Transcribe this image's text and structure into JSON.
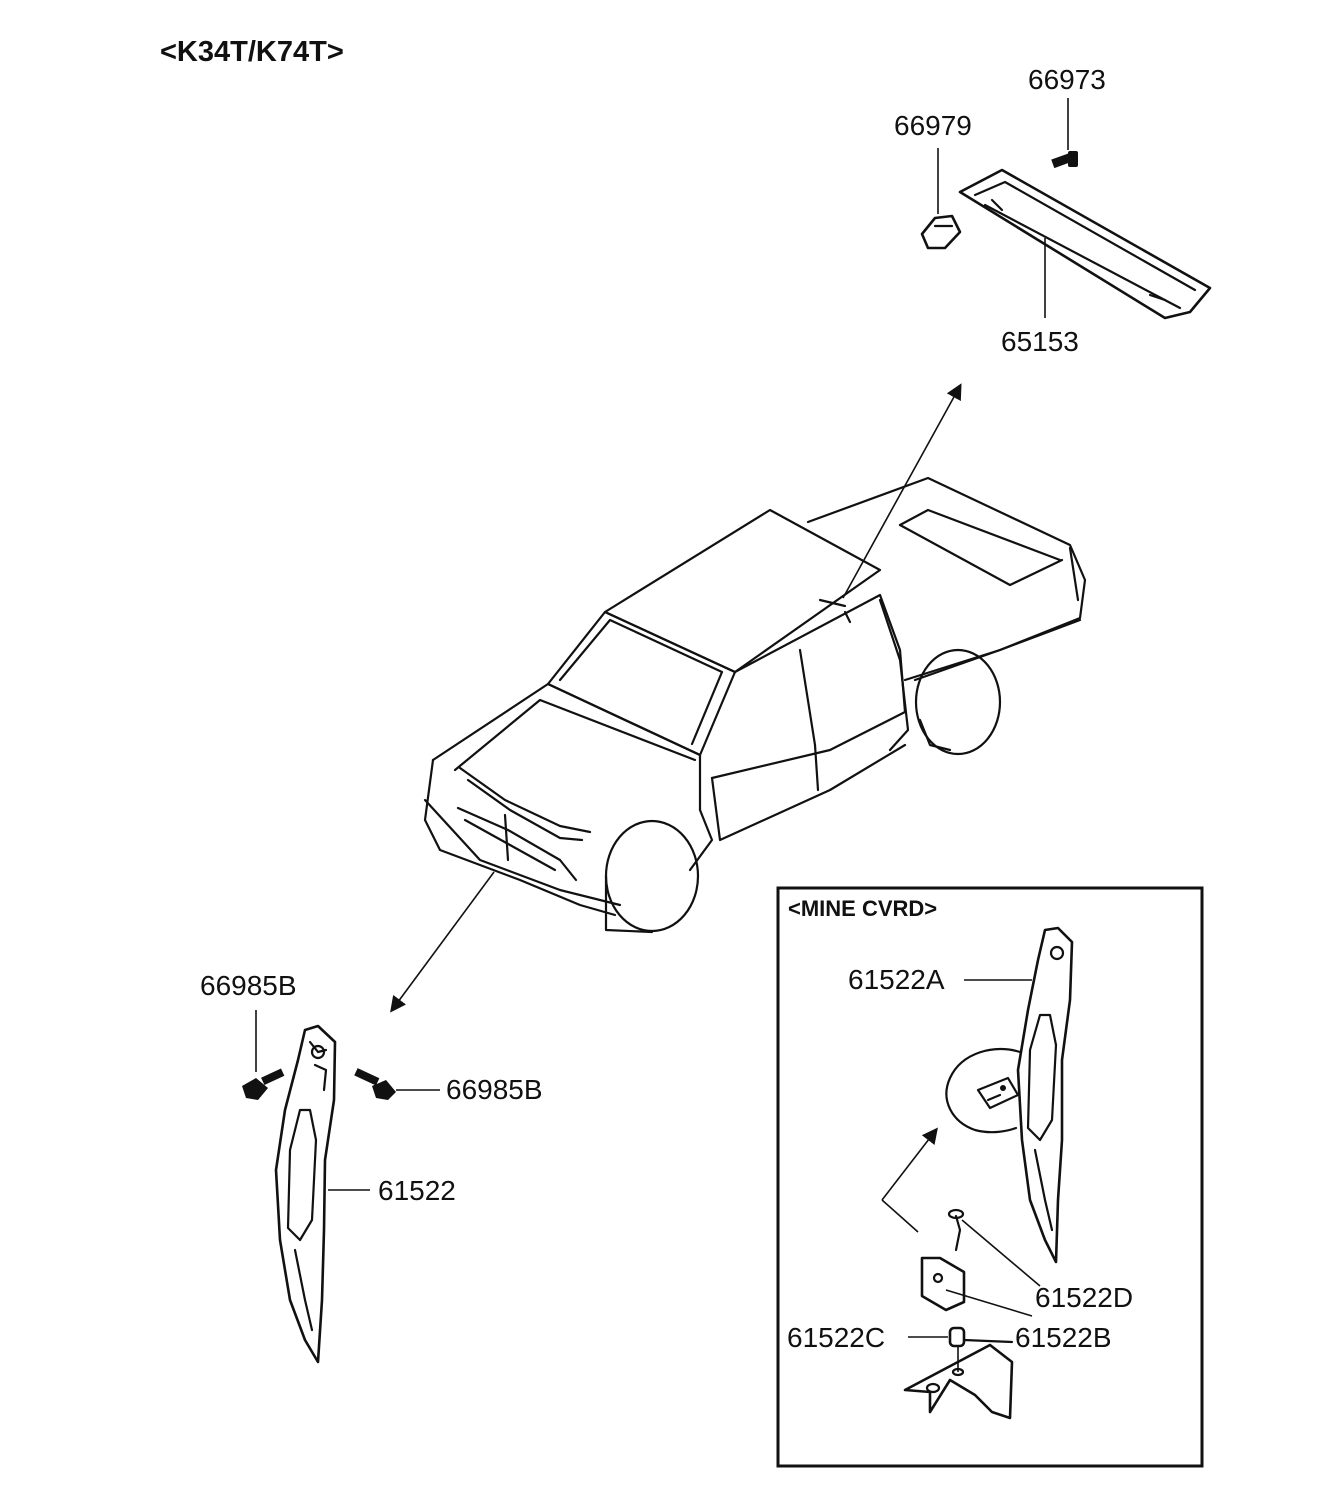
{
  "title": "<K34T/K74T>",
  "inset_title": "<MINE CVRD>",
  "parts": {
    "p66973": "66973",
    "p66979": "66979",
    "p65153": "65153",
    "p66985B_left": "66985B",
    "p66985B_right": "66985B",
    "p61522": "61522",
    "p61522A": "61522A",
    "p61522D": "61522D",
    "p61522C": "61522C",
    "p61522B": "61522B"
  }
}
